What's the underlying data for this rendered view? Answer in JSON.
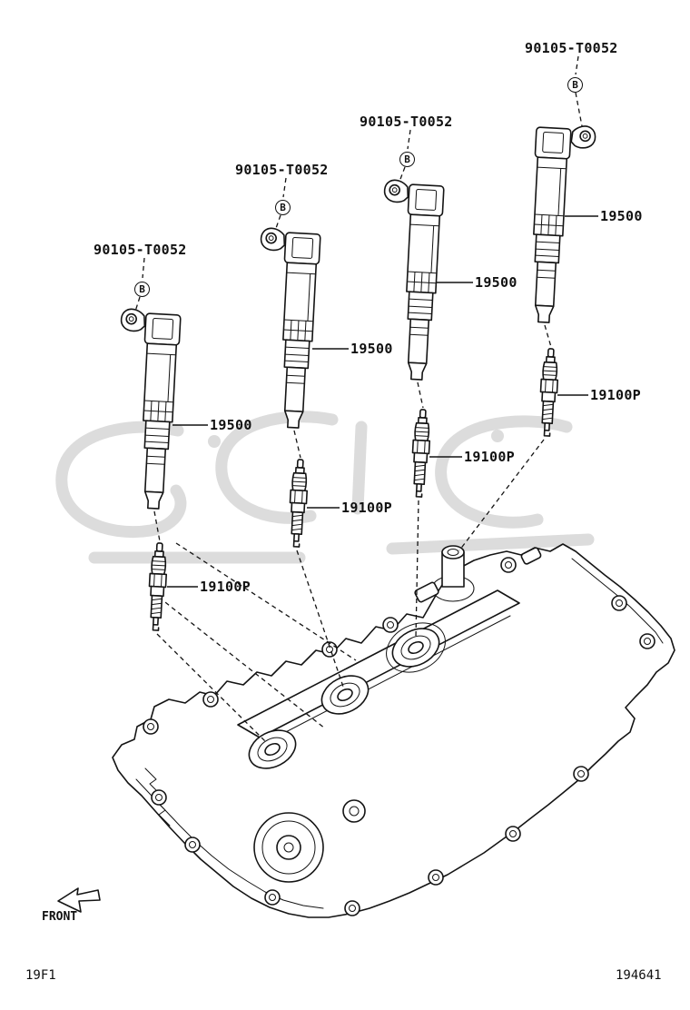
{
  "page": {
    "front_label": "FRONT",
    "code_bottom_left": "19F1",
    "code_bottom_right": "194641"
  },
  "parts": {
    "bolt": {
      "number": "90105-T0052",
      "symbol": "B"
    },
    "ignition_coil": {
      "number": "19500"
    },
    "spark_plug": {
      "number": "19100P"
    }
  },
  "colors": {
    "line": "#141414",
    "watermark": "#dcdcdc",
    "background": "#ffffff"
  }
}
